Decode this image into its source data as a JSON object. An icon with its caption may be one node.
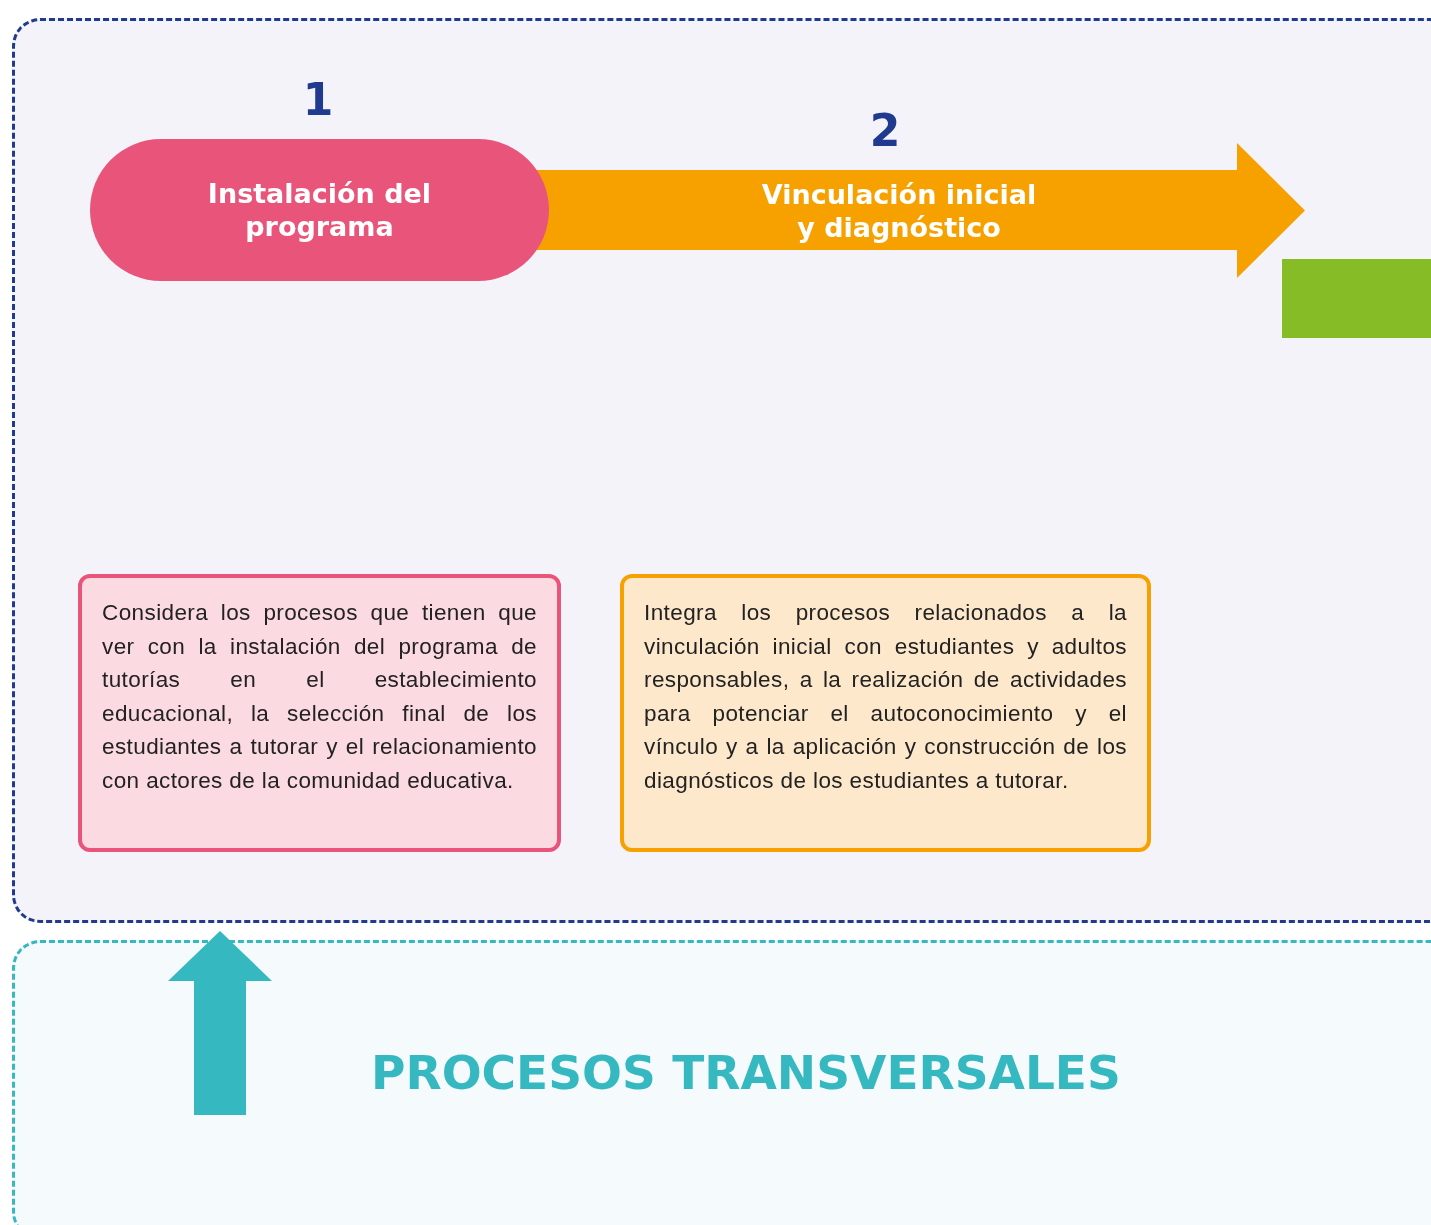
{
  "diagram": {
    "nodes": [
      {
        "text": [],
        "shape": "box"
      },
      {
        "text": [
          "Instalación del programa"
        ],
        "beside": [
          "1"
        ],
        "in": 0
      },
      {
        "text": [
          "Vinculación inicial y diagnóstico"
        ],
        "beside": [
          "2"
        ],
        "in": 0
      },
      {
        "text": [],
        "shape": "box",
        "in": 0
      },
      {
        "text": [
          "Considera los procesos que tienen que ver con la instalación del programa de tutorías en el establecimiento educacional, la selección final de los estudiantes a tutorar y el relacionamiento con actores de la comunidad educativa."
        ],
        "in": 0
      },
      {
        "text": [
          "Integra los procesos relacionados a la vinculación inicial con estudiantes y adultos responsables, a la realización de actividades para potenciar el autoconocimiento y el vínculo y a la aplicación y construcción de los diagnósticos de los estudiantes a tutorar."
        ],
        "in": 0
      },
      {
        "text": [
          "PROCESOS TRANSVERSALES"
        ]
      }
    ],
    "edges": [
      {
        "from": 6,
        "to": 0,
        "arrow": "to",
        "style": "thick"
      }
    ]
  }
}
